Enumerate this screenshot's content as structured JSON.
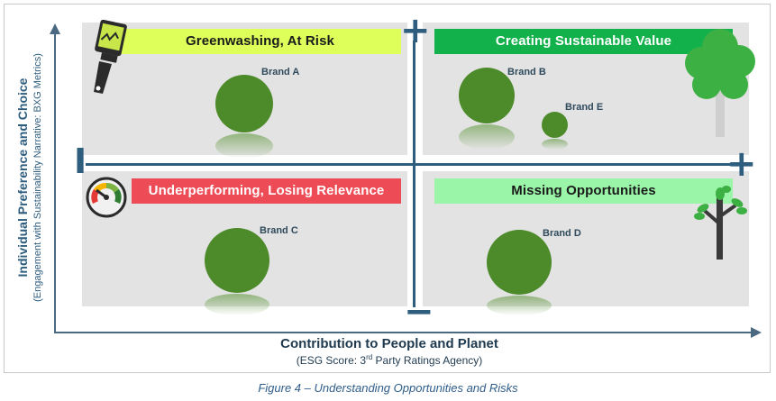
{
  "axes": {
    "y_title": "Individual Preference and Choice",
    "y_subtitle": "(Engagement with Sustainability Narrative: BXG Metrics)",
    "x_title": "Contribution to People and Planet",
    "x_subtitle_prefix": "(ESG Score: 3",
    "x_subtitle_sup": "rd",
    "x_subtitle_suffix": " Party Ratings Agency)"
  },
  "signs": {
    "top": "+",
    "bottom": "−",
    "left": "I",
    "right": "+"
  },
  "quadrants": {
    "top_left": {
      "title": "Greenwashing, At Risk",
      "color": "#deff5a",
      "icon": "paintbrush-icon"
    },
    "top_right": {
      "title": "Creating Sustainable Value",
      "color": "#13b14b",
      "icon": "leafy-tree-icon"
    },
    "bottom_left": {
      "title": "Underperforming, Losing Relevance",
      "color": "#ed4b55",
      "icon": "gauge-icon"
    },
    "bottom_right": {
      "title": "Missing Opportunities",
      "color": "#9af5a8",
      "icon": "sapling-icon"
    }
  },
  "brands": {
    "a": "Brand A",
    "b": "Brand B",
    "c": "Brand C",
    "d": "Brand D",
    "e": "Brand E"
  },
  "bubble_color": "#4c8a2a",
  "caption": "Figure 4 – Understanding Opportunities and Risks"
}
